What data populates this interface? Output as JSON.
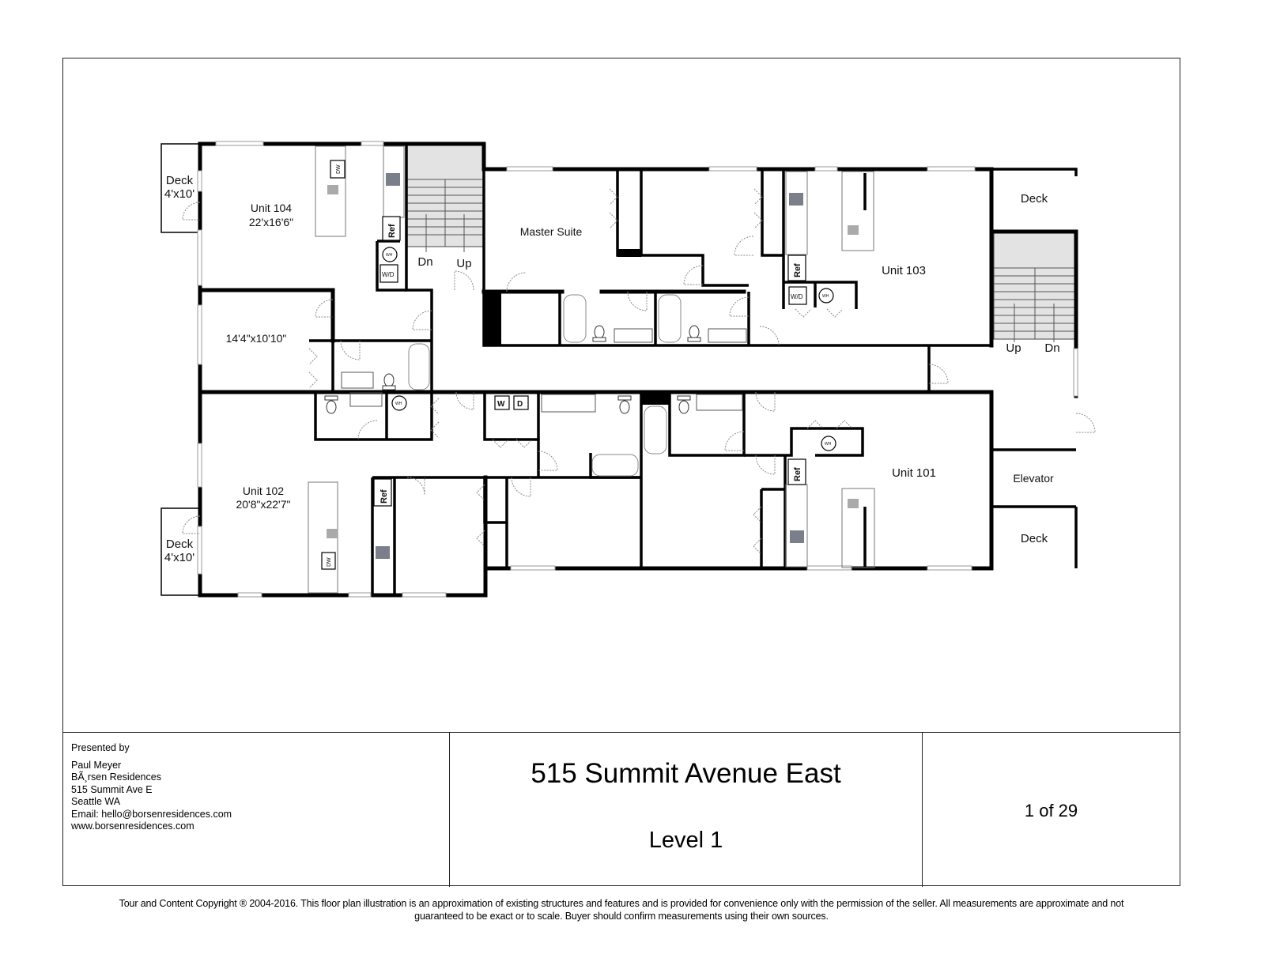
{
  "plan": {
    "rooms": {
      "deck_top_left": {
        "name": "Deck",
        "size": "4'x10'"
      },
      "unit_104": {
        "name": "Unit 104",
        "size": "22'x16'6\""
      },
      "bedroom_104": {
        "size": "14'4\"x10'10\""
      },
      "master_suite": {
        "name": "Master Suite"
      },
      "unit_103": {
        "name": "Unit 103"
      },
      "deck_top_right": {
        "name": "Deck"
      },
      "unit_102": {
        "name": "Unit 102",
        "size": "20'8\"x22'7\""
      },
      "deck_bottom_left": {
        "name": "Deck",
        "size": "4'x10'"
      },
      "unit_101": {
        "name": "Unit 101"
      },
      "elevator": {
        "name": "Elevator"
      },
      "deck_bottom_right": {
        "name": "Deck"
      }
    },
    "stairs_left": {
      "down": "Dn",
      "up": "Up"
    },
    "stairs_right": {
      "up": "Up",
      "down": "Dn"
    },
    "fixtures": {
      "dishwasher": "DW",
      "refrigerator": "Ref",
      "washer_dryer": "W/D",
      "water_heater": "WH",
      "washer": "W",
      "dryer": "D"
    }
  },
  "titleblock": {
    "presented_by_label": "Presented by",
    "agent_name": "Paul Meyer",
    "company": "BÃ¸rsen Residences",
    "street": "515 Summit Ave E",
    "city": "Seattle WA",
    "email_line": "Email: hello@borsenresidences.com",
    "website": "www.borsenresidences.com",
    "property_title": "515 Summit Avenue East",
    "level": "Level 1",
    "page_indicator": "1 of 29"
  },
  "footer": {
    "copyright_line1": "Tour and Content Copyright ® 2004-2016. This floor plan illustration is an approximation of existing structures and features and is provided for convenience only with the permission of the seller. All measurements are approximate and not",
    "copyright_line2": "guaranteed to be exact or to scale. Buyer should confirm measurements using their own sources."
  }
}
